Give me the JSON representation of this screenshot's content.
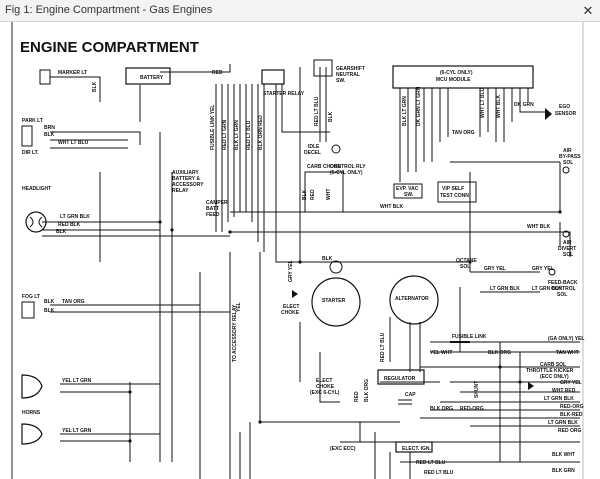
{
  "window": {
    "title": "Fig 1: Engine Compartment - Gas Engines",
    "close_glyph": "✕"
  },
  "diagram": {
    "heading": "ENGINE COMPARTMENT",
    "components": {
      "marker_lt": "MARKER LT",
      "battery": "BATTERY",
      "starter_relay": "STARTER RELAY",
      "gearshift": [
        "GEARSHIFT",
        "NEUTRAL",
        "SW."
      ],
      "mcu": [
        "(6-CYL ONLY)",
        "MCU MODULE"
      ],
      "ego": [
        "EGO",
        "SENSOR"
      ],
      "park_lt": "PARK LT",
      "dir_lt": "DIR LT.",
      "headlight": "HEADLIGHT",
      "fog_lt": "FOG LT",
      "horns": "HORNS",
      "idle_decel": [
        "IDLE",
        "DECEL"
      ],
      "carb_choke": [
        "CARB CHOKE",
        "CONTROL RLY",
        "(6-CYL ONLY)"
      ],
      "evp_vac": [
        "EVP. VAC",
        "SW."
      ],
      "vip_test": [
        "VIP SELF",
        "TEST CONN"
      ],
      "air_bypass": [
        "AIR",
        "BY-PASS",
        "SOL"
      ],
      "air_divert": [
        "AIR",
        "DIVERT",
        "SOL"
      ],
      "octane": [
        "OCTANE",
        "SOL"
      ],
      "feedback": [
        "FEED-BACK",
        "CONTROL",
        "SOL"
      ],
      "starter": "STARTER",
      "alternator": "ALTERNATOR",
      "aux_battery": [
        "AUXILIARY",
        "BATTERY &",
        "ACCESSORY",
        "RELAY"
      ],
      "camper": [
        "CAMPER",
        "BATT",
        "FEED"
      ],
      "elect_choke": [
        "ELECT",
        "CHOKE"
      ],
      "to_accessory": "TO ACCESSORY RELAY",
      "elect_choke_exc": [
        "ELECT",
        "CHOKE",
        "(EXC 6-CYL)"
      ],
      "regulator": "REGULATOR",
      "cap": "CAP",
      "fusible_link": "FUSIBLE LINK",
      "carb_sol": [
        "CARB SOL",
        "THROTTLE KICKER",
        "(ECC ONLY)"
      ],
      "shunt": "SHUNT",
      "exc_ecc": "(EXC ECC)",
      "elect_ign": "ELECT. IGN."
    },
    "wire_labels": {
      "blk": "BLK",
      "red": "RED",
      "brn": "BRN",
      "yel": "YEL",
      "red_lt_blu": "RED LT BLU",
      "blk_lt_grn": "BLK LT GRN",
      "dk_grn_lt_grn": "DK GRN LT GRN",
      "fusible_link_yel": "FUSIBLE LINK YEL",
      "red_lt_grn": "RED LT GRN",
      "blk_orn_red": "BLK ORN RED",
      "red_blk": "RED BLK",
      "wht_lt_blu": "WHT LT BLU",
      "lt_grn_blk": "LT GRN BLK",
      "tan_org": "TAN ORG",
      "yel_lt_grn": "YEL LT GRN",
      "wht_blk": "WHT BLK",
      "gry_yel": "GRY YEL",
      "lt_grn_blk2": "LT GRN BLK",
      "blk_org": "BLK ORG",
      "blk_red": "BLK-RED",
      "red_org": "RED-ORG",
      "ga_only_yel": "(GA ONLY) YEL",
      "tan_wht": "TAN WHT",
      "red_lt_blu2": "RED LT BLU",
      "blk_wht": "BLK WHT",
      "wht": "WHT",
      "yel_wht": "YEL WHT",
      "wht_red": "WHT RED",
      "lt_grn_blk3": "LT GRN BLK",
      "gry_yel2": "GRY YEL",
      "dk_grn": "DK GRN",
      "wht_lt_blu2": "WHT LT BLU",
      "red_org2": "RED ORG",
      "blk_grn": "BLK GRN"
    }
  }
}
